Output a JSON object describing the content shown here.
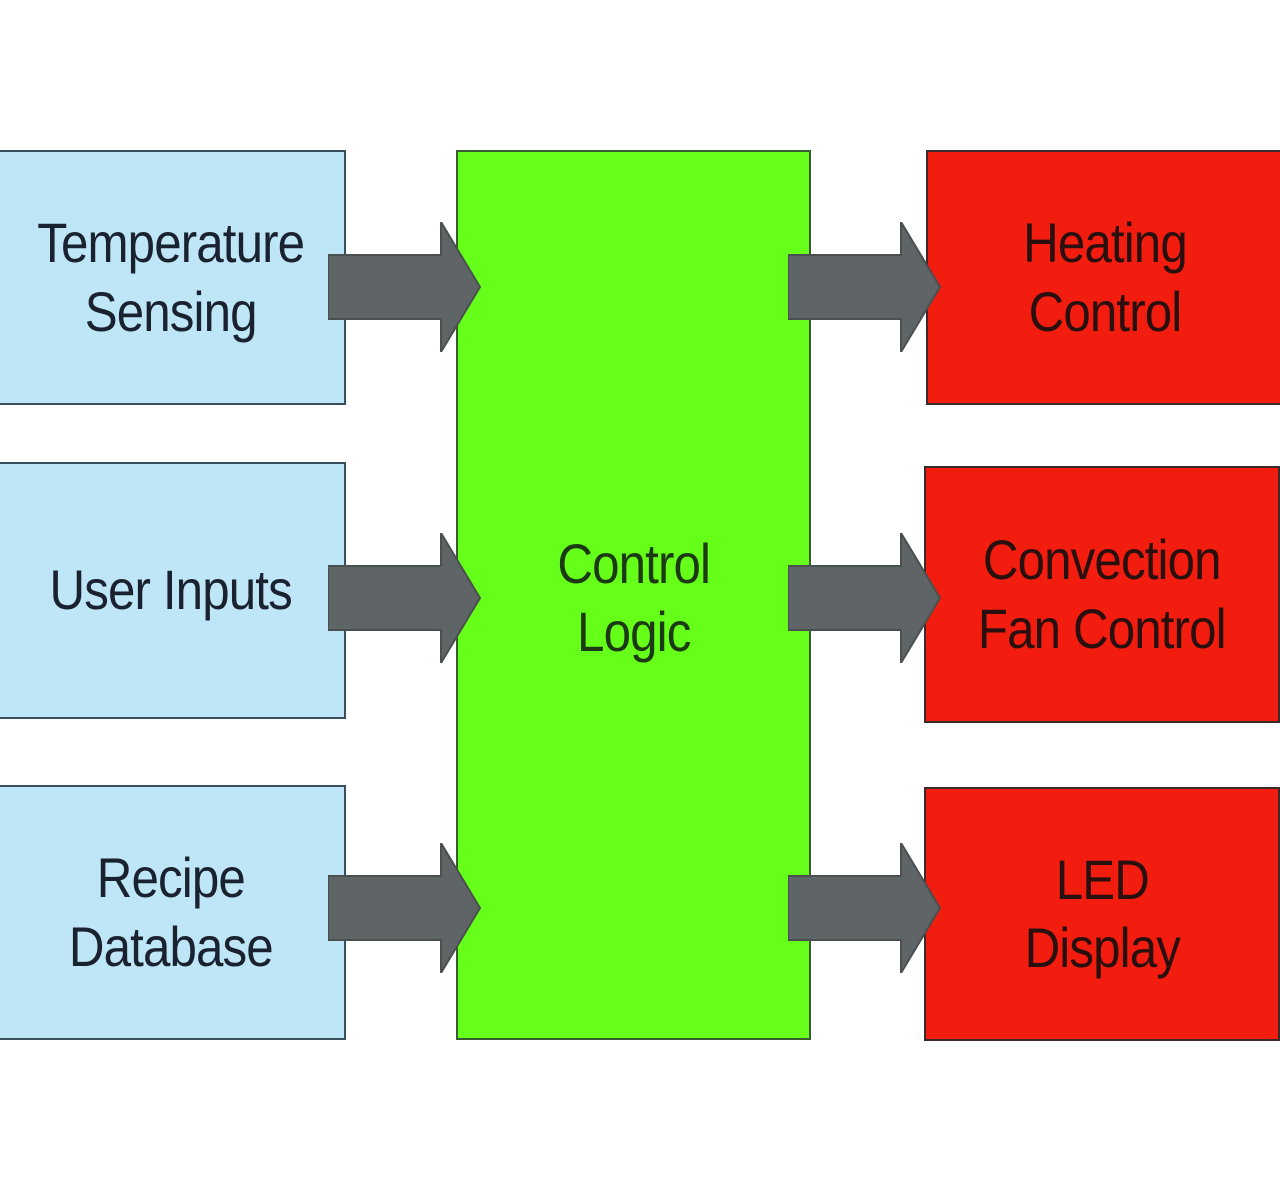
{
  "diagram": {
    "inputs": [
      {
        "lines": [
          "Temperature",
          "Sensing"
        ]
      },
      {
        "lines": [
          "User Inputs"
        ]
      },
      {
        "lines": [
          "Recipe",
          "Database"
        ]
      }
    ],
    "logic": {
      "lines": [
        "Control",
        "Logic"
      ]
    },
    "outputs": [
      {
        "lines": [
          "Heating",
          "Control"
        ]
      },
      {
        "lines": [
          "Convection",
          "Fan Control"
        ]
      },
      {
        "lines": [
          "LED",
          "Display"
        ]
      }
    ]
  },
  "colors": {
    "input_fill": "#bfe6f7",
    "logic_fill": "#66ff1a",
    "output_fill": "#f21d0e",
    "arrow_fill": "#5f6566"
  }
}
